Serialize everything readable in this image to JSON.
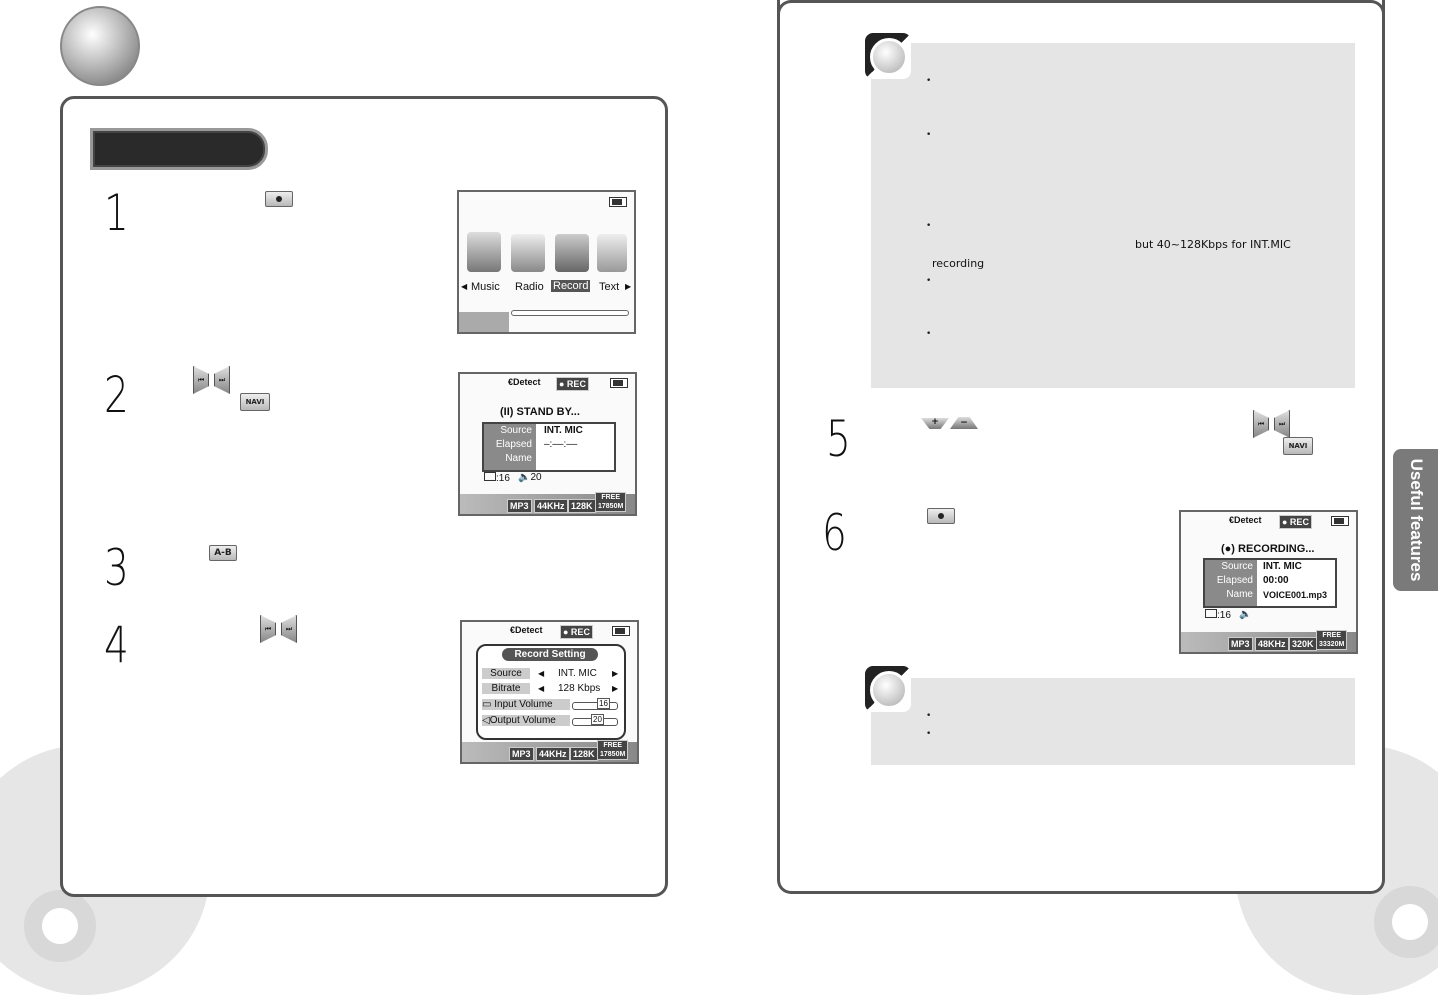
{
  "side_tab_label": "Useful features",
  "steps": [
    "1",
    "2",
    "3",
    "4",
    "5",
    "6"
  ],
  "keys": {
    "navi": "NAVI",
    "ab": "A-B",
    "skip_prev": "⏮",
    "skip_next": "⏭"
  },
  "main_menu_screen": {
    "items": [
      "Music",
      "Radio",
      "Record",
      "Text"
    ],
    "selected": "Record"
  },
  "standby_screen": {
    "detect": "Detect",
    "rec_tag": "● REC",
    "status": "STAND BY...",
    "status_icon": "(II)",
    "labels": [
      "Source",
      "Elapsed",
      "Name"
    ],
    "values": [
      "INT. MIC",
      "–:––:––",
      ""
    ],
    "input_level": ":16",
    "volume_level": "20",
    "formats": [
      "MP3",
      "44KHz",
      "128K"
    ],
    "free_label": "FREE",
    "free_value": "17850M"
  },
  "record_setting_screen": {
    "detect": "Detect",
    "rec_tag": "● REC",
    "title": "Record Setting",
    "rows": [
      {
        "label": "Source",
        "value": "INT. MIC"
      },
      {
        "label": "Bitrate",
        "value": "128 Kbps"
      }
    ],
    "input_volume_label": "Input Volume",
    "input_volume_value": "16",
    "output_volume_label": "Output Volume",
    "output_volume_value": "20",
    "formats": [
      "MP3",
      "44KHz",
      "128K"
    ],
    "free_label": "FREE",
    "free_value": "17850M"
  },
  "recording_screen": {
    "detect": "Detect",
    "rec_tag": "● REC",
    "status": "RECORDING...",
    "labels": [
      "Source",
      "Elapsed",
      "Name"
    ],
    "values": [
      "INT. MIC",
      "00:00",
      "VOICE001.mp3"
    ],
    "input_level": ":16",
    "formats": [
      "MP3",
      "48KHz",
      "320K"
    ],
    "free_label": "FREE",
    "free_value": "33320M"
  },
  "note_top": {
    "bitrate_text": "but 40~128Kbps for INT.MIC",
    "bitrate_text2": "recording"
  }
}
